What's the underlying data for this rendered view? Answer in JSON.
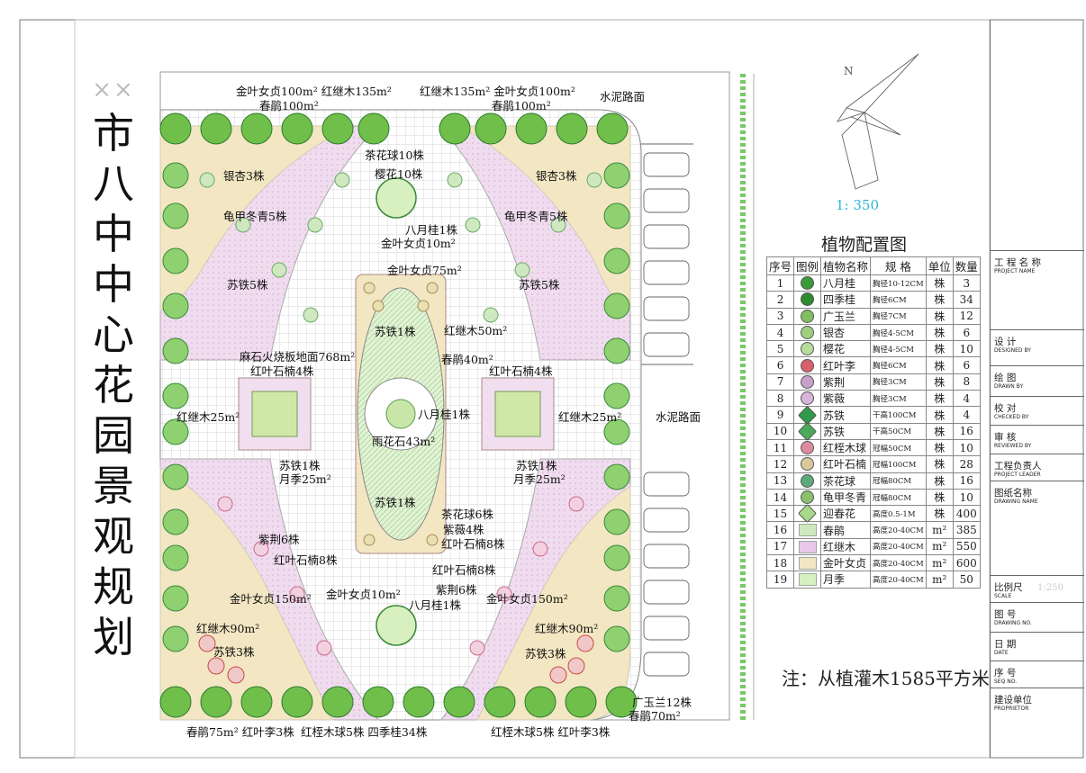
{
  "title_marks": "××",
  "title_chars": [
    "市",
    "八",
    "中",
    "中",
    "心",
    "花",
    "园",
    "景",
    "观",
    "规",
    "划"
  ],
  "north_label": "N",
  "scale_label": "1: 350",
  "table": {
    "title": "植物配置图",
    "headers": [
      "序号",
      "图例",
      "植物名称",
      "规  格",
      "单位",
      "数量"
    ],
    "rows": [
      {
        "no": "1",
        "name": "八月桂",
        "spec": "胸径10-12CM",
        "unit": "株",
        "qty": "3",
        "color": "#3a9a3a",
        "kind": "circle"
      },
      {
        "no": "2",
        "name": "四季桂",
        "spec": "胸径6CM",
        "unit": "株",
        "qty": "34",
        "color": "#2e8b2e",
        "kind": "circle"
      },
      {
        "no": "3",
        "name": "广玉兰",
        "spec": "胸径7CM",
        "unit": "株",
        "qty": "12",
        "color": "#7fbf5f",
        "kind": "circle"
      },
      {
        "no": "4",
        "name": "银杏",
        "spec": "胸径4-5CM",
        "unit": "株",
        "qty": "6",
        "color": "#9fcf7f",
        "kind": "circle"
      },
      {
        "no": "5",
        "name": "樱花",
        "spec": "胸径4-5CM",
        "unit": "株",
        "qty": "10",
        "color": "#b8dd9a",
        "kind": "circle"
      },
      {
        "no": "6",
        "name": "红叶李",
        "spec": "胸径6CM",
        "unit": "株",
        "qty": "6",
        "color": "#d8606a",
        "kind": "circle"
      },
      {
        "no": "7",
        "name": "紫荆",
        "spec": "胸径3CM",
        "unit": "株",
        "qty": "8",
        "color": "#c8a0c8",
        "kind": "circle"
      },
      {
        "no": "8",
        "name": "紫薇",
        "spec": "胸径3CM",
        "unit": "株",
        "qty": "4",
        "color": "#d9b3d9",
        "kind": "circle"
      },
      {
        "no": "9",
        "name": "苏铁",
        "spec": "干高100CM",
        "unit": "株",
        "qty": "4",
        "color": "#2e9a4a",
        "kind": "star"
      },
      {
        "no": "10",
        "name": "苏铁",
        "spec": "干高50CM",
        "unit": "株",
        "qty": "16",
        "color": "#4aaa5a",
        "kind": "star"
      },
      {
        "no": "11",
        "name": "红桎木球",
        "spec": "冠幅50CM",
        "unit": "株",
        "qty": "10",
        "color": "#e08aa0",
        "kind": "circle"
      },
      {
        "no": "12",
        "name": "红叶石楠",
        "spec": "冠幅100CM",
        "unit": "株",
        "qty": "28",
        "color": "#d8c89a",
        "kind": "circle"
      },
      {
        "no": "13",
        "name": "茶花球",
        "spec": "冠幅80CM",
        "unit": "株",
        "qty": "16",
        "color": "#5aaa7a",
        "kind": "circle"
      },
      {
        "no": "14",
        "name": "龟甲冬青",
        "spec": "冠幅80CM",
        "unit": "株",
        "qty": "10",
        "color": "#8ac06a",
        "kind": "circle"
      },
      {
        "no": "15",
        "name": "迎春花",
        "spec": "高度0.5-1M",
        "unit": "株",
        "qty": "400",
        "color": "#a8d888",
        "kind": "star"
      },
      {
        "no": "16",
        "name": "春鹃",
        "spec": "高度20-40CM",
        "unit": "m²",
        "qty": "385",
        "color": "#cfe8c0",
        "kind": "swatch"
      },
      {
        "no": "17",
        "name": "红继木",
        "spec": "高度20-40CM",
        "unit": "m²",
        "qty": "550",
        "color": "#e8c8ea",
        "kind": "swatch"
      },
      {
        "no": "18",
        "name": "金叶女贞",
        "spec": "高度20-40CM",
        "unit": "m²",
        "qty": "600",
        "color": "#f3e6c2",
        "kind": "swatch"
      },
      {
        "no": "19",
        "name": "月季",
        "spec": "高度20-40CM",
        "unit": "m²",
        "qty": "50",
        "color": "#d8efc0",
        "kind": "swatch"
      }
    ]
  },
  "note": "注：从植灌木1585平方米",
  "title_block": {
    "project_name": {
      "zh": "工 程 名 称",
      "en": "PROJECT NAME"
    },
    "designed": {
      "zh": "设 计",
      "en": "DESIGNED BY"
    },
    "drawn": {
      "zh": "绘 图",
      "en": "DRAWN BY"
    },
    "checked": {
      "zh": "校 对",
      "en": "CHECKED BY"
    },
    "reviewed": {
      "zh": "审 核",
      "en": "REVIEWED BY"
    },
    "leader": {
      "zh": "工程负责人",
      "en": "PROJECT LEADER"
    },
    "drawing_name": {
      "zh": "图纸名称",
      "en": "DRAWING NAME"
    },
    "scale": {
      "zh": "比例尺",
      "en": "SCALE",
      "value": "1:250"
    },
    "drawing_no": {
      "zh": "图 号",
      "en": "DRAWING NO."
    },
    "date": {
      "zh": "日 期",
      "en": "DATE"
    },
    "seq": {
      "zh": "序 号",
      "en": "SEQ NO."
    },
    "proprietor": {
      "zh": "建设单位",
      "en": "PROPRIETOR"
    }
  },
  "plan_labels": {
    "top_left_1": "金叶女贞100m²  红继木135m²",
    "top_left_2": "春鹃100m²",
    "top_right_1": "红继木135m²  金叶女贞100m²",
    "top_right_2": "春鹃100m²",
    "road_top": "水泥路面",
    "road_mid": "水泥路面",
    "tea_ball_10": "茶花球10株",
    "sakura_10": "樱花10株",
    "ginkgo_l": "银杏3株",
    "ginkgo_r": "银杏3株",
    "holly_l": "龟甲冬青5株",
    "holly_r": "龟甲冬青5株",
    "osm_top": "八月桂1株",
    "privet_10_top": "金叶女贞10m²",
    "privet_75": "金叶女贞75m²",
    "cycas_l": "苏铁5株",
    "cycas_r": "苏铁5株",
    "cycas_1_top": "苏铁1株",
    "loropetalum_50": "红继木50m²",
    "azalea_40": "春鹃40m²",
    "paving": "麻石火烧板地面768m²",
    "photinia_4_l": "红叶石楠4株",
    "photinia_4_r": "红叶石楠4株",
    "lor_25_l": "红继木25m²",
    "lor_25_r": "红继木25m²",
    "osm_center": "八月桂1株",
    "rain_stone": "雨花石43m²",
    "cycas_1_l": "苏铁1株",
    "rose_25_l": "月季25m²",
    "cycas_1_r": "苏铁1株",
    "rose_25_r": "月季25m²",
    "cycas_1_bot": "苏铁1株",
    "tea_ball_6": "茶花球6株",
    "crape_4": "紫薇4株",
    "photinia_8_c": "红叶石楠8株",
    "redbud_6_l": "紫荆6株",
    "photinia_8_l": "红叶石楠8株",
    "photinia_8_b": "红叶石楠8株",
    "redbud_6_b": "紫荆6株",
    "privet_150_l": "金叶女贞150m²",
    "privet_10_b": "金叶女贞10m²",
    "osm_bot": "八月桂1株",
    "privet_150_r": "金叶女贞150m²",
    "lor_90_l": "红继木90m²",
    "lor_90_r": "红继木90m²",
    "cycas_3_l": "苏铁3株",
    "cycas_3_r": "苏铁3株",
    "magnolia_12": "广玉兰12株",
    "azalea_70": "春鹃70m²",
    "bottom_1": "春鹃75m²  红叶李3株",
    "bottom_2": "红桎木球5株  四季桂34株",
    "bottom_3": "红桎木球5株  红叶李3株"
  }
}
